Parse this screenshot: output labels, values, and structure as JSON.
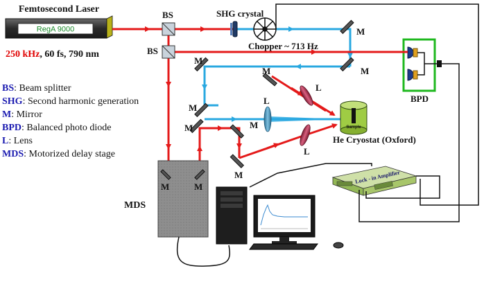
{
  "laser": {
    "title": "Femtosecond Laser",
    "model": "RegA 9000"
  },
  "laser_params": {
    "rate": "250 kHz",
    "rest": ", 60 fs, 790 nm",
    "rate_color": "#e00000"
  },
  "labels": {
    "bs": "BS",
    "shg_crystal": "SHG crystal",
    "chopper": "Chopper ~ 713 Hz",
    "mirror": "M",
    "lens": "L",
    "bpd": "BPD",
    "cryostat": "He Cryostat (Oxford)",
    "sample": "Sample",
    "mds": "MDS",
    "lockin": "Lock - in Amplifier"
  },
  "legend": [
    {
      "key": "BS",
      "desc": ":  Beam splitter"
    },
    {
      "key": "SHG",
      "desc": ":  Second harmonic generation"
    },
    {
      "key": "M",
      "desc": ":  Mirror"
    },
    {
      "key": "BPD",
      "desc": ":  Balanced photo diode"
    },
    {
      "key": "L",
      "desc": ":  Lens"
    },
    {
      "key": "MDS",
      "desc": ":  Motorized delay stage"
    }
  ],
  "colors": {
    "red_beam": "#e41a1a",
    "blue_beam": "#29a8e0",
    "cable": "#111111",
    "bpd_frame": "#1fb81f",
    "mds_box": "#8c8c8c",
    "lockin_body": "#b3cf86",
    "laser_body": "#3a3a3a"
  }
}
